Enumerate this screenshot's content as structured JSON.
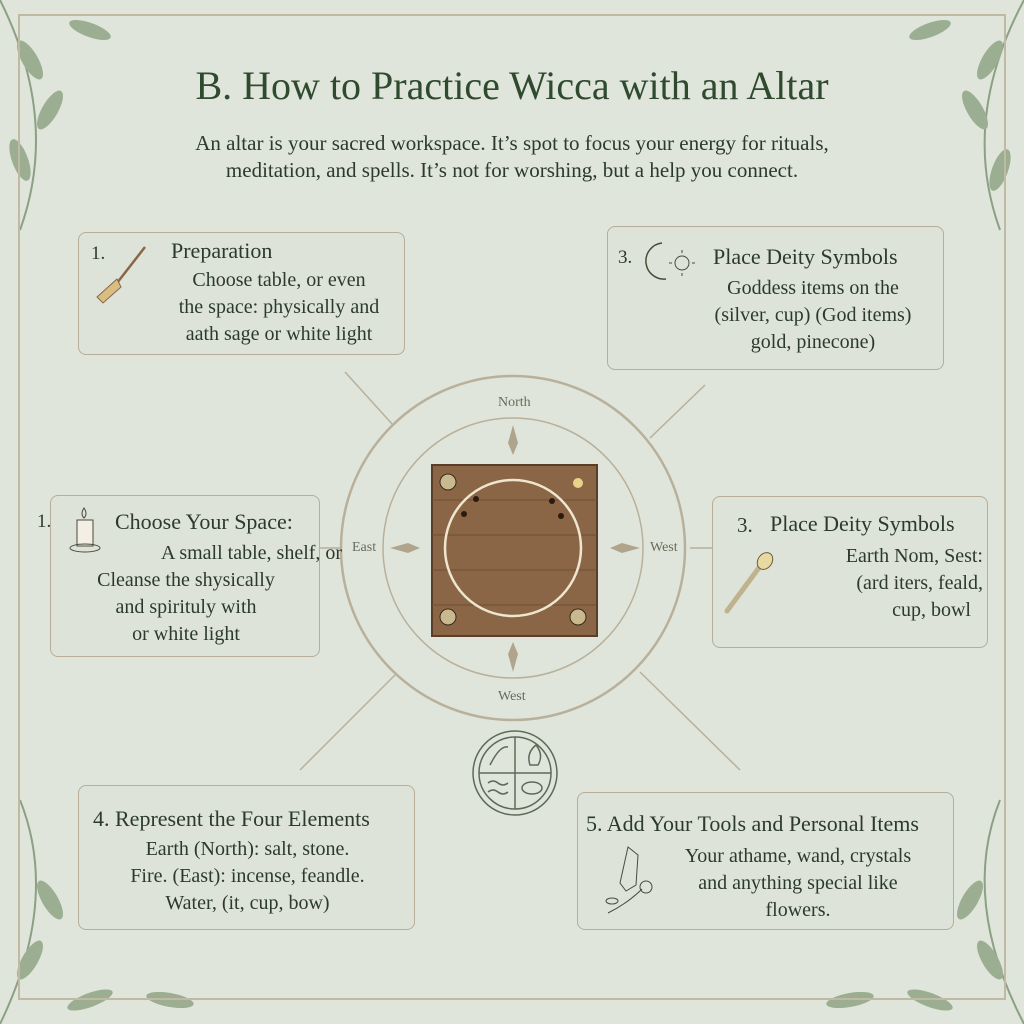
{
  "title": "B. How to Practice Wicca with an Altar",
  "intro": [
    "An altar is your sacred workspace. It’s spot to focus your energy for rituals,",
    "meditation, and spells. It’s not for worshing, but a help you connect."
  ],
  "steps": [
    {
      "num": "1.",
      "title": "Preparation",
      "lines": [
        "Choose table, or even",
        "the space: physically and",
        "aath sage or white light"
      ],
      "icon": "broom-icon"
    },
    {
      "num": "3.",
      "title": "Place Deity Symbols",
      "lines": [
        "Goddess items on the",
        "(silver, cup) (God items)",
        "gold, pinecone)"
      ],
      "icon": "moon-sun-icon"
    },
    {
      "num": "1.",
      "title": "Choose Your Space:",
      "lines": [
        "A small table, shelf, or",
        "Cleanse the shysically",
        "and spirituly with",
        "or white light"
      ],
      "icon": "candle-icon"
    },
    {
      "num": "3.",
      "title": "Place Deity Symbols",
      "lines": [
        "Earth Nom, Sest:",
        "(ard iters, feald,",
        "cup, bowl"
      ],
      "icon": "wand-icon"
    },
    {
      "num": "4.",
      "title": "Represent the Four Elements",
      "lines": [
        "Earth (North): salt, stone.",
        "Fire. (East): incense, feandle.",
        "Water, (it, cup, bow)"
      ]
    },
    {
      "num": "5.",
      "title": "Add Your Tools and Personal Items",
      "lines": [
        "Your athame, wand, crystals",
        "and anything special like",
        "flowers."
      ],
      "icon": "crystal-flower-icon"
    }
  ],
  "compass": {
    "north": "North",
    "east": "East",
    "west_right": "West",
    "west_bottom": "West"
  },
  "colors": {
    "background": "#dfe5da",
    "text": "#2b3a2b",
    "border": "#b7ad98",
    "wood": "#8a6646"
  }
}
